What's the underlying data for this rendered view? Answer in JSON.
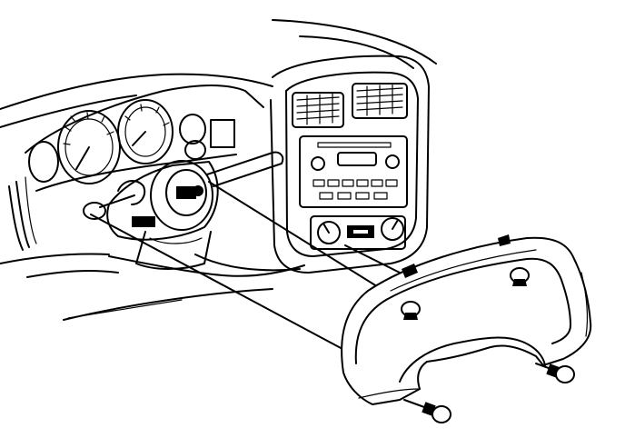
{
  "figure": {
    "kind": "exploded-view line drawing",
    "style": "black ink on white",
    "components": [
      "dashboard",
      "instrument-cluster",
      "air-vents",
      "radio-unit",
      "climate-controls",
      "steering-column",
      "instrument-cluster-bezel",
      "clip-fasteners",
      "screws"
    ],
    "colors": {
      "ink": "#000000",
      "paper": "#ffffff"
    }
  }
}
